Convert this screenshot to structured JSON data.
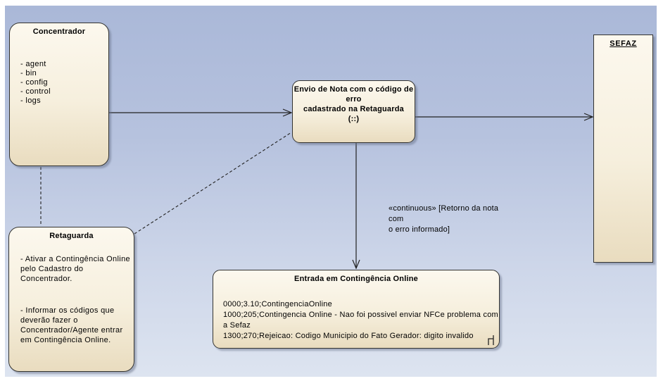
{
  "colors": {
    "canvas_gradient_top": "#aab8d8",
    "canvas_gradient_bottom": "#dde4f0",
    "node_fill_light": "#fcf8ee",
    "node_fill_dark": "#e9dcbf",
    "node_border": "#333330",
    "connector": "#222222",
    "page_background": "#ffffff"
  },
  "nodes": {
    "concentrador": {
      "title": "Concentrador",
      "items": [
        "- agent",
        "- bin",
        "- config",
        "- control",
        "- logs"
      ]
    },
    "envio": {
      "title_lines": [
        "Envio de Nota com o código de erro",
        "cadastrado na Retaguarda",
        "(::)"
      ]
    },
    "sefaz": {
      "title": "SEFAZ"
    },
    "retaguarda": {
      "title": "Retaguarda",
      "note1": "- Ativar a Contingência Online pelo Cadastro do Concentrador.",
      "note2": "- Informar os códigos que deverão fazer o Concentrador/Agente entrar em Contingência Online."
    },
    "entrada": {
      "title": "Entrada em Contingência Online",
      "codes": [
        "0000;3.10;ContingenciaOnline",
        "1000;205;Contingencia Online - Nao foi possivel enviar NFCe problema com a Sefaz",
        "1300;270;Rejeicao: Codigo Municipio do Fato Gerador: digito invalido"
      ]
    }
  },
  "edge_labels": {
    "continuous": "«continuous» [Retorno da nota com\no erro informado]"
  }
}
